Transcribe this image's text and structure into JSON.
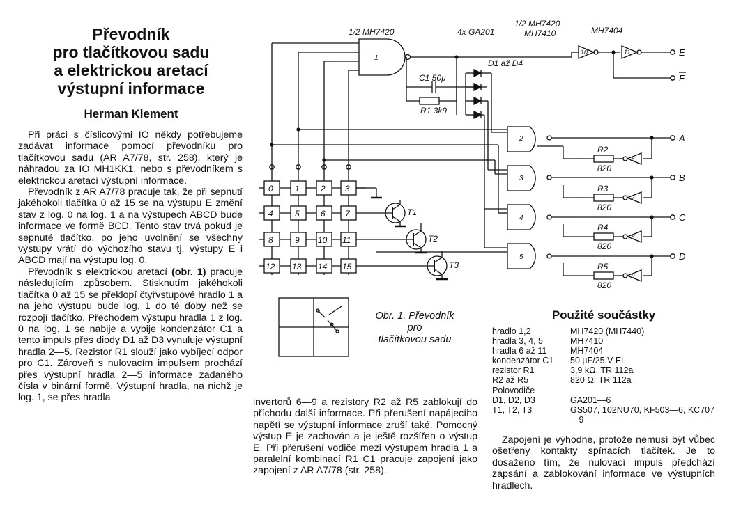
{
  "article": {
    "title_lines": [
      "Převodník",
      "pro tlačítkovou sadu",
      "a elektrickou aretací",
      "výstupní  informace"
    ],
    "author": "Herman Klement",
    "p1": "Při práci s číslicovými IO někdy potřebujeme zadávat informace pomocí převodníku pro tlačítkovou sadu (AR A7/78, str. 258), který je náhradou za IO MH1KK1, nebo s převodníkem s elektrickou aretací výstupní informace.",
    "p2": "Převodník z AR A7/78 pracuje tak, že při sepnutí jakéhokoli tlačítka 0 až 15 se na výstupu E změní stav z log. 0 na log. 1 a na výstupech ABCD bude informace ve formě BCD. Tento stav trvá pokud je sepnuté tlačítko, po jeho uvolnění se všechny výstupy vrátí do výchozího stavu tj. výstupy E i ABCD mají na výstupu log. 0.",
    "p3_pre": "Převodník s elektrickou aretací ",
    "p3_bold": "(obr. 1)",
    "p3_post": " pracuje následujícím způsobem. Stisknutím jakéhokoli tlačítka 0 až 15 se překlopí čtyřvstupové hradlo 1 a na jeho výstupu bude log. 1 do té doby než se rozpojí tlačítko. Přechodem výstupu hradla 1 z log. 0 na log. 1 se nabije a vybije kondenzátor C1 a tento impuls přes diody D1 až D3 vynuluje výstupní hradla 2—5. Rezistor R1 slouží jako vybíjecí odpor pro C1. Zároveň s nulovacím impulsem prochází přes výstupní hradla 2—5 informace zadaného čísla v binární formě. Výstupní hradla, na nichž je log. 1, se přes hradla",
    "p4": "invertorů 6—9 a rezistory R2 až R5 zablokují do příchodu další informace. Při přerušení napájecího napětí se výstupní informace zruší také. Pomocný výstup E je zachován a je ještě rozšířen o výstup E. Při přerušení vodiče mezi výstupem hradla 1 a paralelní kombinací R1 C1 pracuje zapojení jako zapojení z AR A7/78 (str. 258).",
    "p5": "Zapojení je výhodné, protože nemusí být vůbec ošetřeny kontakty spínacích tlačítek. Je to dosaženo tím, že nulovací impuls předchází zapsání a zablokování informace ve výstupních hradlech."
  },
  "caption": [
    "Obr. 1. Převodník",
    "pro",
    "tlačítkovou sadu"
  ],
  "parts": {
    "title": "Použité součástky",
    "rows": [
      {
        "k": "hradlo 1,2",
        "v": "MH7420 (MH7440)"
      },
      {
        "k": "hradla 3, 4, 5",
        "v": "MH7410"
      },
      {
        "k": "hradla 6 až 11",
        "v": "MH7404"
      },
      {
        "k": "kondenzátor C1",
        "v": "50 µF/25 V El"
      },
      {
        "k": "rezistor R1",
        "v": "3,9 kΩ, TR 112a"
      },
      {
        "k": "R2 až R5",
        "v": "820 Ω, TR 112a"
      },
      {
        "k": "Polovodiče",
        "v": ""
      },
      {
        "k": "D1, D2, D3",
        "v": "GA201—6"
      },
      {
        "k": "T1, T2, T3",
        "v": "GS507,  102NU70,  KF503—6, KC707—9"
      }
    ]
  },
  "schematic": {
    "top_labels": [
      "1/2 MH7420",
      "4x GA201",
      "1/2 MH7420",
      "MH7410",
      "MH7404"
    ],
    "c1": "C1 50µ",
    "r1": "R1  3k9",
    "diodes": "D1 až D4",
    "outputs": [
      "E",
      "E",
      "A",
      "B",
      "C",
      "D"
    ],
    "resistors": [
      "R2",
      "R3",
      "R4",
      "R5"
    ],
    "res_value": "820",
    "keys": [
      "0",
      "1",
      "2",
      "3",
      "4",
      "5",
      "6",
      "7",
      "8",
      "9",
      "10",
      "11",
      "12",
      "13",
      "14",
      "15"
    ],
    "transistors": [
      "T1",
      "T2",
      "T3"
    ],
    "gates": [
      "1",
      "2",
      "3",
      "4",
      "5"
    ],
    "inverters": [
      "6",
      "7",
      "8",
      "9",
      "10",
      "11"
    ]
  }
}
